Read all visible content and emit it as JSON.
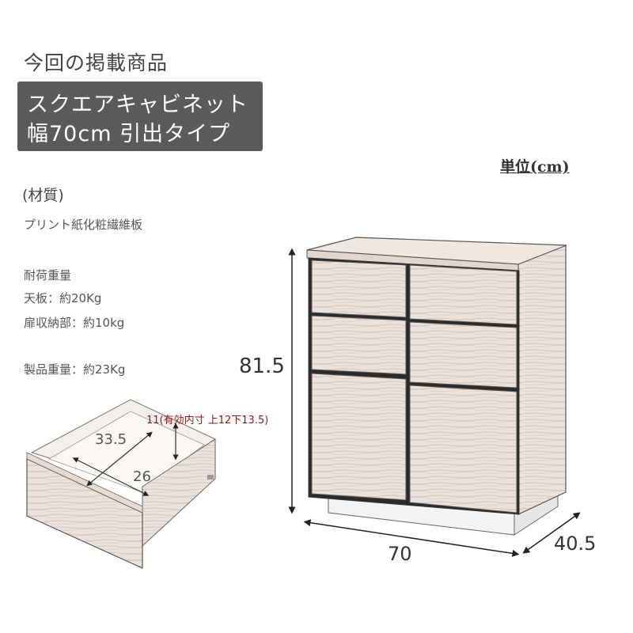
{
  "heading": "今回の掲載商品",
  "product": {
    "name_line1": "スクエアキャビネット",
    "name_line2": "幅70cm 引出タイプ"
  },
  "unit_label": "単位(cm)",
  "material": {
    "heading": "(材質)",
    "value": "プリント紙化粧繊維板"
  },
  "load": {
    "heading": "耐荷重量",
    "top": "天板：約20Kg",
    "door": "扉収納部：約10kg"
  },
  "product_weight": "製品重量：約23Kg",
  "dimensions": {
    "height": "81.5",
    "width": "70",
    "depth": "40.5"
  },
  "drawer": {
    "depth": "33.5",
    "width": "26",
    "height_note": "11(有効内寸 上12下13.5)"
  },
  "colors": {
    "label_box": "#5b5b5b",
    "wood": "#e8dcd4",
    "wood_grain": "#c8b5a8",
    "note_red": "#8b1a1a"
  }
}
